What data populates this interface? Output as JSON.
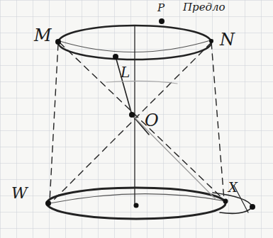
{
  "diagram": {
    "labels": [
      "P",
      "Предло",
      "M",
      "N",
      "L",
      "O",
      "W",
      "X"
    ]
  }
}
